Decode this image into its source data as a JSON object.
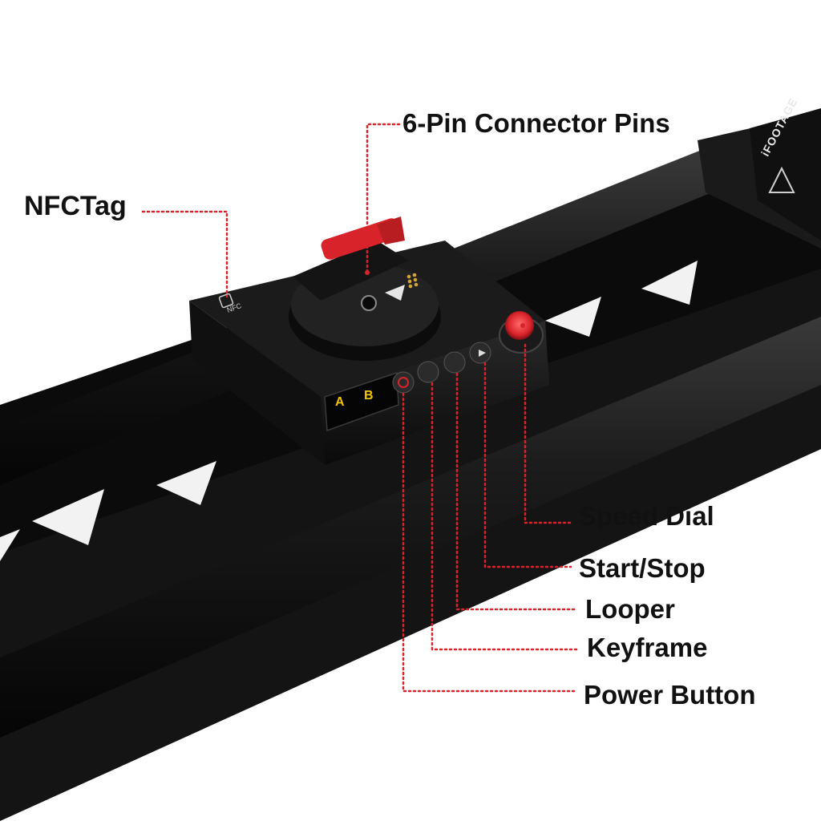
{
  "callouts": {
    "nfc_tag": "NFCTag",
    "connector_pins": "6-Pin Connector Pins",
    "speed_dial": "Speed Dial",
    "start_stop": "Start/Stop",
    "looper": "Looper",
    "keyframe": "Keyframe",
    "power_button": "Power Button"
  },
  "device": {
    "screen_a": "A",
    "screen_b": "B",
    "nfc_mark": "NFC",
    "brand": "iFOOTAGE"
  },
  "colors": {
    "callout_line": "#d9232a",
    "body": "#111111",
    "accent": "#d9232a"
  }
}
